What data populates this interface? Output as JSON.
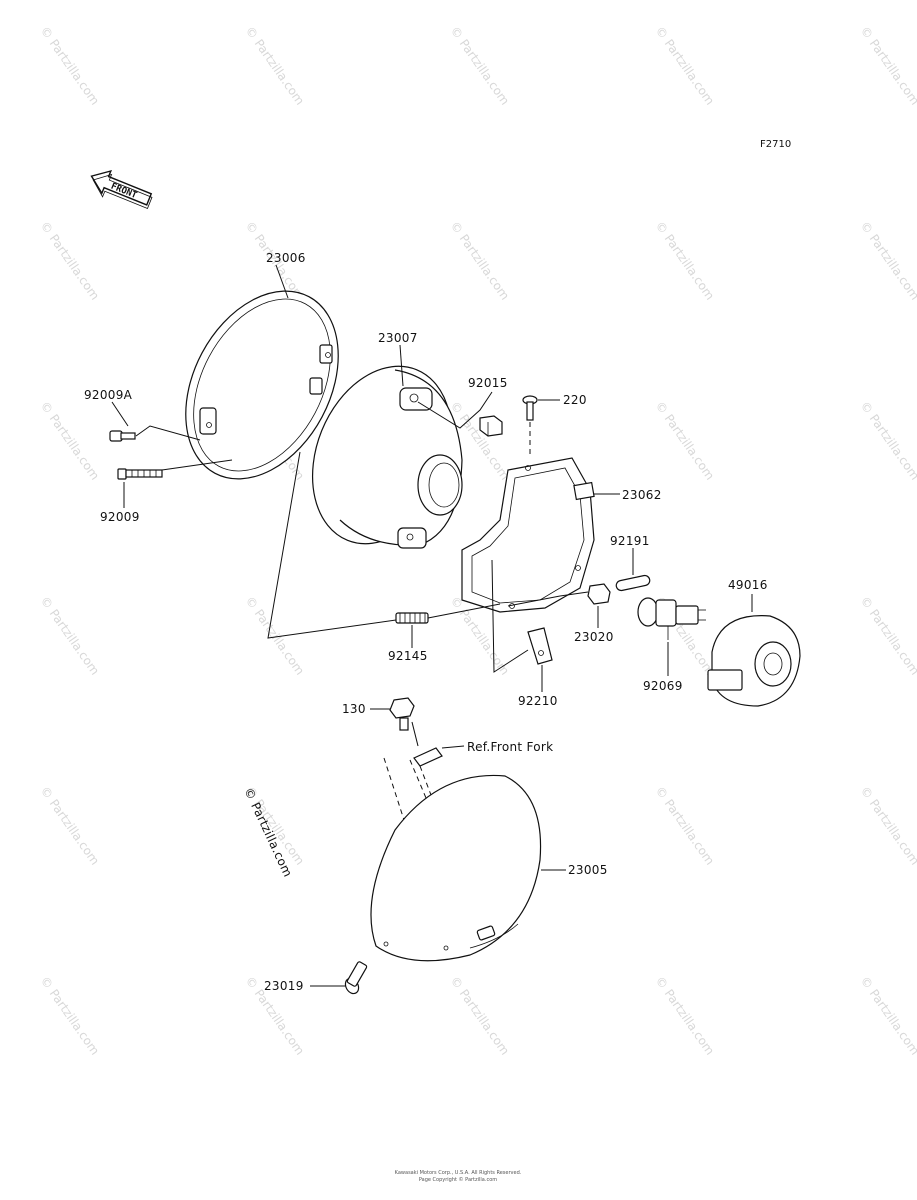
{
  "figure_code": "F2710",
  "front_label": "FRONT",
  "credit": "© Partzilla.com",
  "watermark_text": "© Partzilla.com",
  "parts": {
    "p23006": "23006",
    "p23007": "23007",
    "p92009A": "92009A",
    "p92009": "92009",
    "p92015": "92015",
    "p220": "220",
    "p23062": "23062",
    "p92191": "92191",
    "p49016": "49016",
    "p23020": "23020",
    "p92145": "92145",
    "p92210": "92210",
    "p92069": "92069",
    "p130": "130",
    "ref_front_fork": "Ref.Front Fork",
    "p23005": "23005",
    "p23019": "23019"
  },
  "footer": {
    "line1": "Kawasaki Motors Corp., U.S.A. All Rights Reserved.",
    "line2": "Page Copyright © Partzilla.com"
  }
}
